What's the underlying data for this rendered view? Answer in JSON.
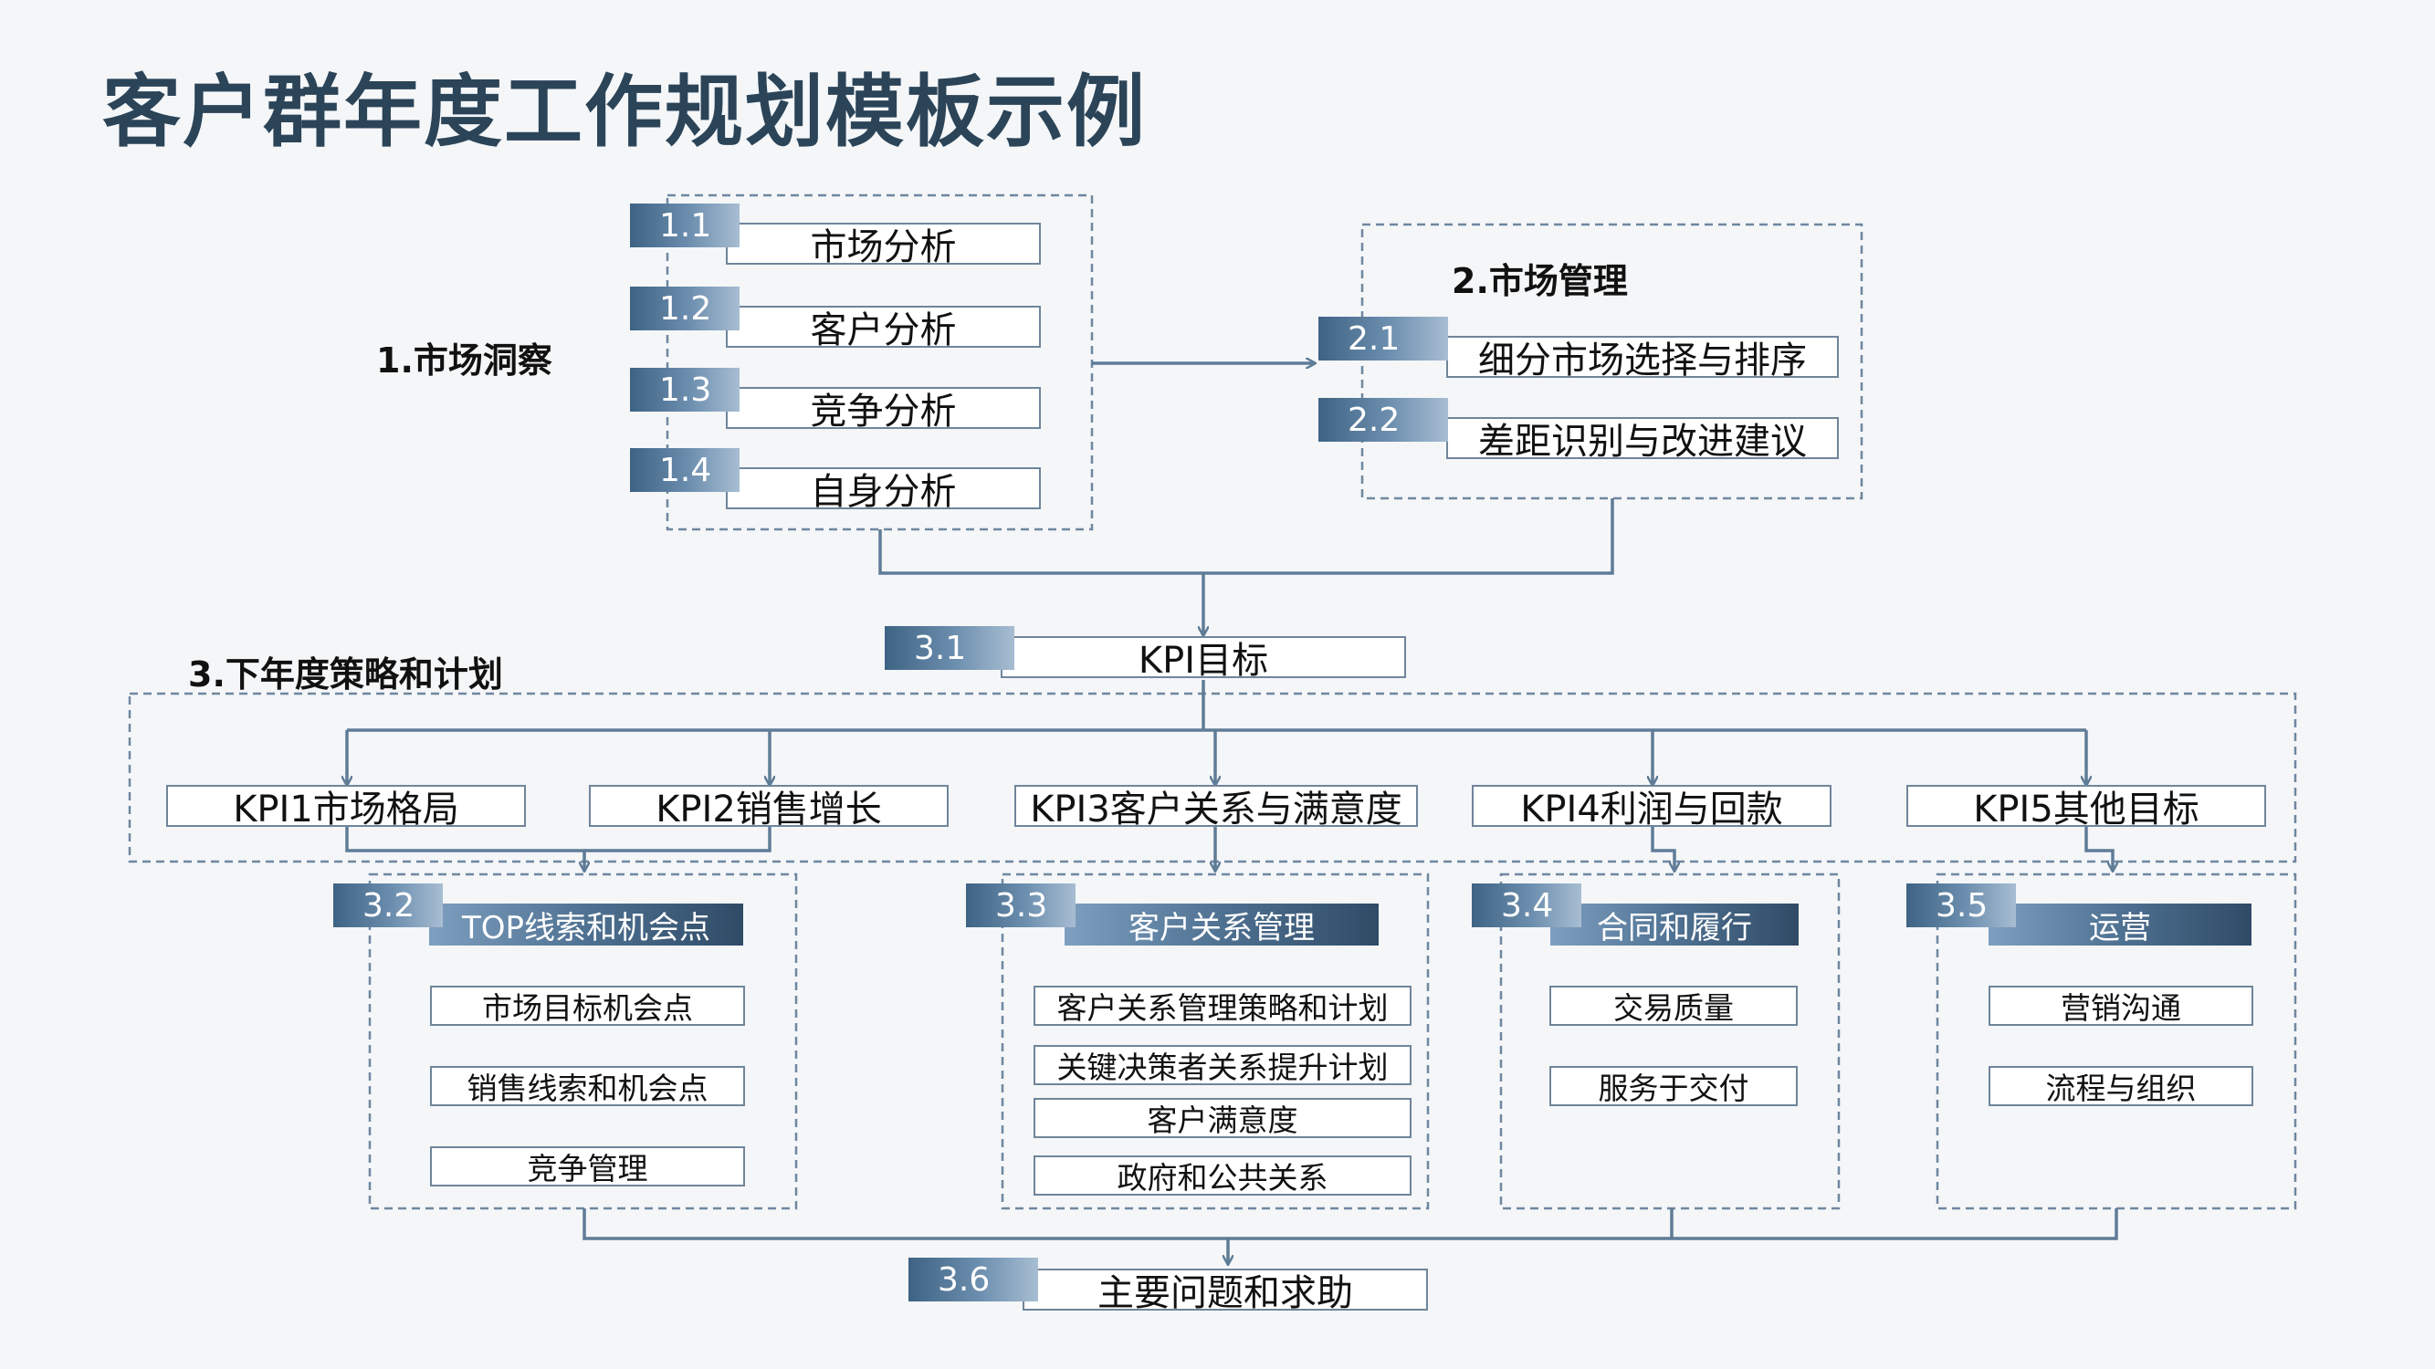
{
  "title": "客户群年度工作规划模板示例",
  "section1": {
    "label": "1.市场洞察",
    "items": [
      {
        "num": "1.1",
        "label": "市场分析"
      },
      {
        "num": "1.2",
        "label": "客户分析"
      },
      {
        "num": "1.3",
        "label": "竞争分析"
      },
      {
        "num": "1.4",
        "label": "自身分析"
      }
    ]
  },
  "section2": {
    "label": "2.市场管理",
    "items": [
      {
        "num": "2.1",
        "label": "细分市场选择与排序"
      },
      {
        "num": "2.2",
        "label": "差距识别与改进建议"
      }
    ]
  },
  "section3": {
    "label": "3.下年度策略和计划",
    "kpi_target": {
      "num": "3.1",
      "label": "KPI目标"
    },
    "kpis": [
      "KPI1市场格局",
      "KPI2销售增长",
      "KPI3客户关系与满意度",
      "KPI4利润与回款",
      "KPI5其他目标"
    ],
    "groups": [
      {
        "num": "3.2",
        "header": "TOP线索和机会点",
        "items": [
          "市场目标机会点",
          "销售线索和机会点",
          "竞争管理"
        ]
      },
      {
        "num": "3.3",
        "header": "客户关系管理",
        "items": [
          "客户关系管理策略和计划",
          "关键决策者关系提升计划",
          "客户满意度",
          "政府和公共关系"
        ]
      },
      {
        "num": "3.4",
        "header": "合同和履行",
        "items": [
          "交易质量",
          "服务于交付"
        ]
      },
      {
        "num": "3.5",
        "header": "运营",
        "items": [
          "营销沟通",
          "流程与组织"
        ]
      }
    ],
    "issues": {
      "num": "3.6",
      "label": "主要问题和求助"
    }
  },
  "colors": {
    "title": "#2b4458",
    "line": "#5f7c97",
    "dash": "#6f87a0"
  }
}
